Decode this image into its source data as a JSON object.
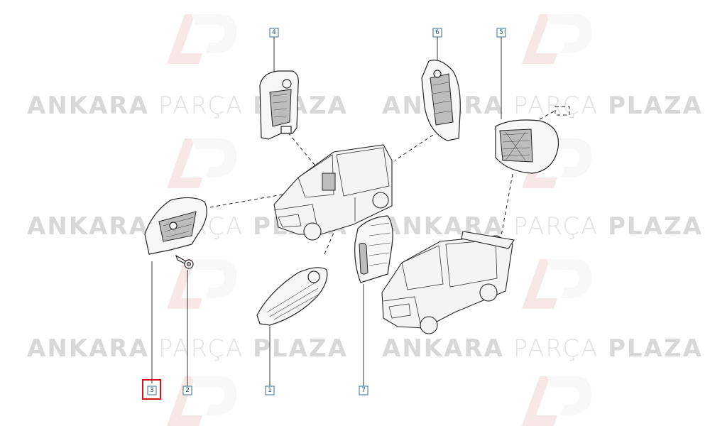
{
  "watermark": {
    "word1": "ANKARA",
    "word2": "PARÇA",
    "word3": "PLAZA",
    "logo_text": "AP",
    "color": "#d8d8d8",
    "logo_color": "#f0d4d4"
  },
  "callouts": [
    {
      "id": "c4",
      "label": "4"
    },
    {
      "id": "c6",
      "label": "6"
    },
    {
      "id": "c5",
      "label": "5"
    },
    {
      "id": "c3",
      "label": "3",
      "highlighted": true
    },
    {
      "id": "c2",
      "label": "2"
    },
    {
      "id": "c1",
      "label": "1"
    },
    {
      "id": "c7",
      "label": "7"
    }
  ],
  "colors": {
    "callout_border": "#3a6f8f",
    "callout_text": "#1d4f73",
    "highlight": "#d0141c"
  }
}
